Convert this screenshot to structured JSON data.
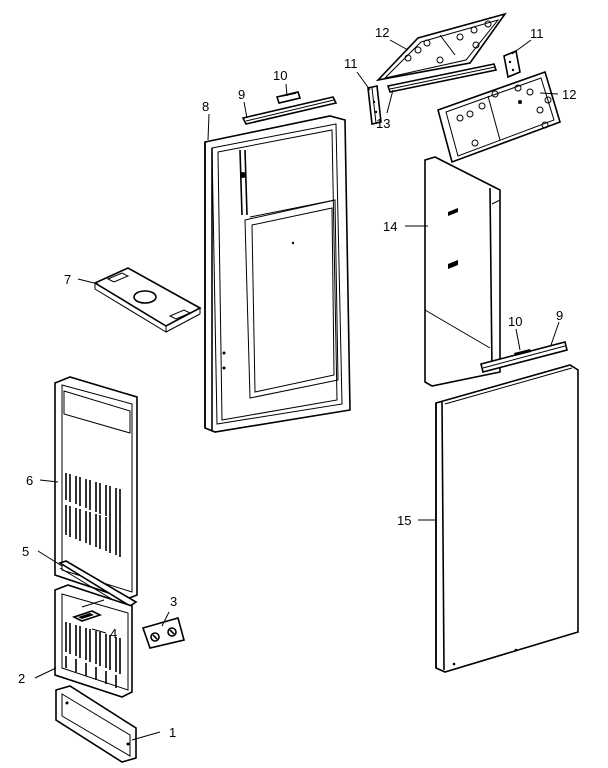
{
  "diagram": {
    "callouts": {
      "c1": "1",
      "c2": "2",
      "c3": "3",
      "c4": "4",
      "c5": "5",
      "c6": "6",
      "c7": "7",
      "c8": "8",
      "c9a": "9",
      "c9b": "9",
      "c10a": "10",
      "c10b": "10",
      "c11a": "11",
      "c11b": "11",
      "c12a": "12",
      "c12b": "12",
      "c13": "13",
      "c14": "14",
      "c15": "15"
    }
  }
}
